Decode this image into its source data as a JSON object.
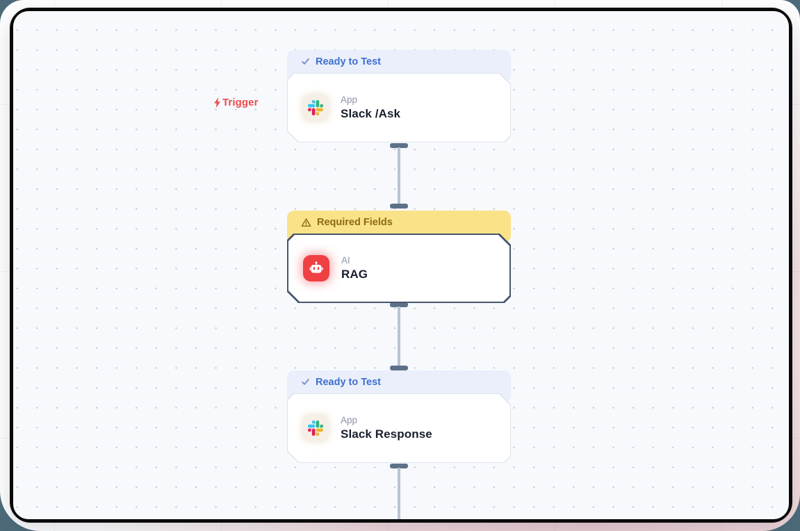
{
  "page": {
    "trigger_label": "Trigger"
  },
  "flow": {
    "nodes": [
      {
        "status": "Ready to Test",
        "status_type": "ready",
        "category": "App",
        "title": "Slack /Ask",
        "icon": "slack-icon",
        "status_icon": "check-icon",
        "selected": false
      },
      {
        "status": "Required Fields",
        "status_type": "warning",
        "category": "AI",
        "title": "RAG",
        "icon": "robot-icon",
        "status_icon": "warning-icon",
        "selected": true
      },
      {
        "status": "Ready to Test",
        "status_type": "ready",
        "category": "App",
        "title": "Slack Response",
        "icon": "slack-icon",
        "status_icon": "check-icon",
        "selected": false
      }
    ]
  },
  "colors": {
    "canvas_bg": "#f7f9fc",
    "canvas_dots": "#c5ccd7",
    "frame_border": "#0a0a0a",
    "ready_banner_bg": "#eaeffb",
    "ready_banner_text": "#3f6fd2",
    "warning_banner_bg": "#fae289",
    "warning_banner_text": "#8d6a14",
    "trigger_red": "#ee4b4b",
    "selected_node_border": "#47566b",
    "connector_line": "#b8c3d2",
    "connector_cap": "#5d7289",
    "rag_icon_bg": "#ef4044",
    "slack_icon_bg": "#f5efe6",
    "title_text": "#171f2d",
    "category_text": "#8b93a7",
    "outer_page_pink": "#eccdd4",
    "outer_corner_teal": "#4d6b7a"
  }
}
